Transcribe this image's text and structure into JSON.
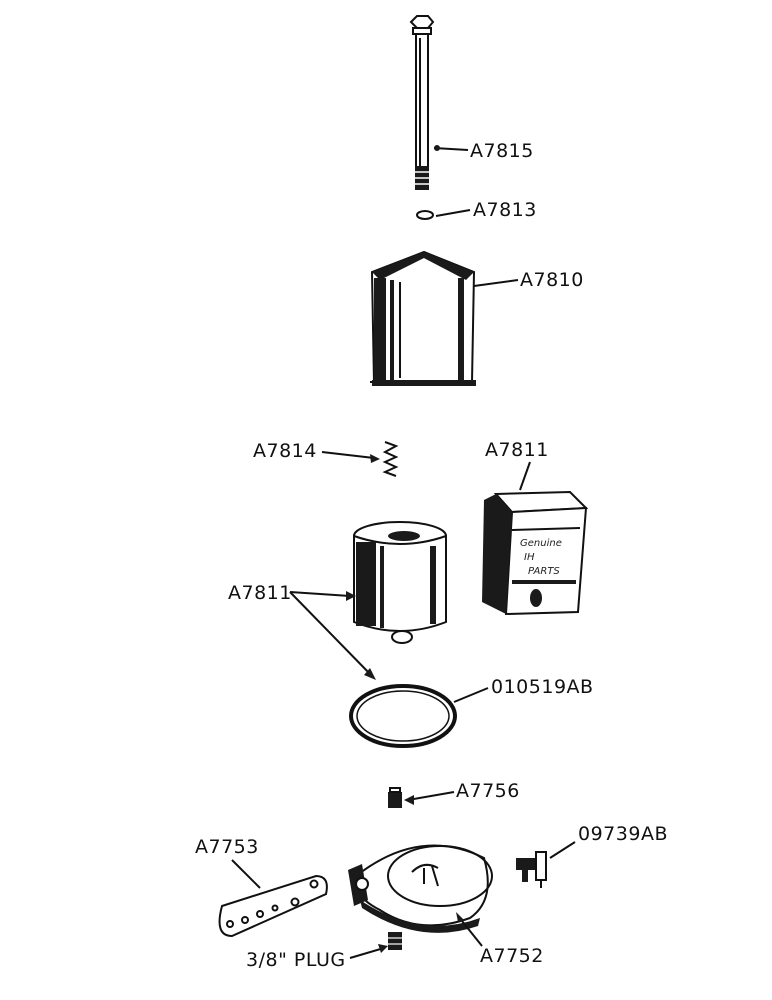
{
  "labels": {
    "a7815": "A7815",
    "a7813": "A7813",
    "a7810": "A7810",
    "a7814": "A7814",
    "a7811_box": "A7811",
    "a7811_element": "A7811",
    "o10519ab": "010519AB",
    "a7756": "A7756",
    "o9739ab": "09739AB",
    "a7753": "A7753",
    "plug": "3/8\" PLUG",
    "a7752": "A7752"
  },
  "box_print": {
    "line1": "Genuine",
    "line2": "IH",
    "line3": "PARTS"
  }
}
